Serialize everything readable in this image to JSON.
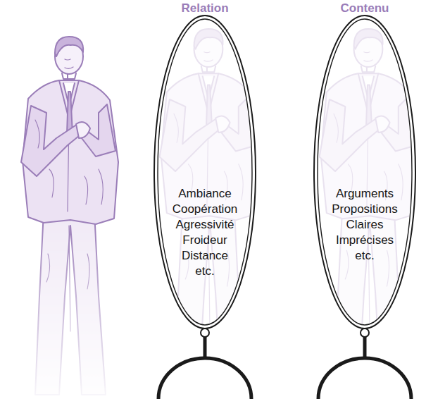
{
  "diagram": {
    "nodes": [
      {
        "text": [
          "Relation",
          "Ambiance",
          "Coopération",
          "Agressivité",
          "Froideur",
          "Distance",
          "etc."
        ]
      },
      {
        "text": [
          "Contenu",
          "Arguments",
          "Propositions",
          "Claires",
          "Imprécises",
          "etc."
        ]
      }
    ]
  }
}
